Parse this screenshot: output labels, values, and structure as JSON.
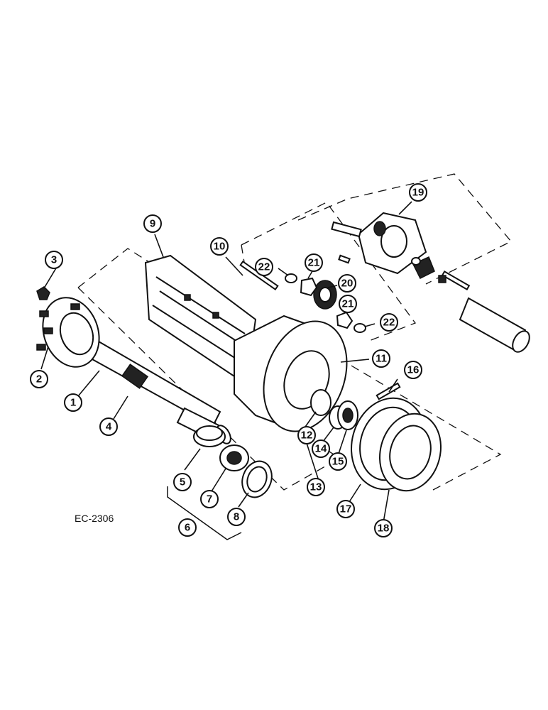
{
  "figure_code": "EC-2306",
  "callouts": [
    "1",
    "2",
    "3",
    "4",
    "5",
    "6",
    "7",
    "8",
    "9",
    "10",
    "11",
    "12",
    "13",
    "14",
    "15",
    "16",
    "17",
    "18",
    "19",
    "20",
    "21",
    "21",
    "22",
    "22"
  ]
}
